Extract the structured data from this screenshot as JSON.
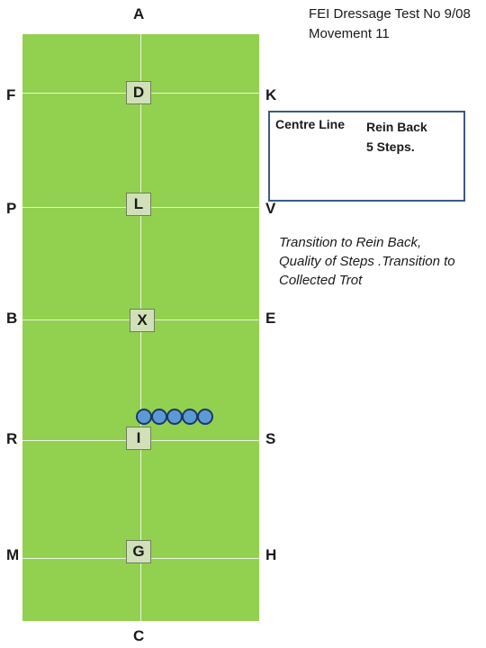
{
  "header": {
    "line1": "FEI Dressage Test No 9/08",
    "line2": "Movement 11"
  },
  "arena": {
    "top_letter": "A",
    "bottom_letter": "C",
    "left_letters": [
      "F",
      "P",
      "B",
      "R",
      "M"
    ],
    "right_letters": [
      "K",
      "V",
      "E",
      "S",
      "H"
    ],
    "centre_markers": [
      "D",
      "L",
      "X",
      "I",
      "G"
    ],
    "colors": {
      "surface": "#92d050",
      "marker_fill": "#d1e0b8",
      "dot_fill": "#5b9bd5",
      "dot_stroke": "#1f3864",
      "box_border": "#3c5a80"
    }
  },
  "movement_box": {
    "movement": "Centre Line",
    "instruction_line1": "Rein Back",
    "instruction_line2": "5 Steps."
  },
  "directive": {
    "line1": "Transition to Rein Back,",
    "line2": "Quality of Steps .Transition to",
    "line3": "Collected Trot"
  },
  "rein_back_steps": 5
}
